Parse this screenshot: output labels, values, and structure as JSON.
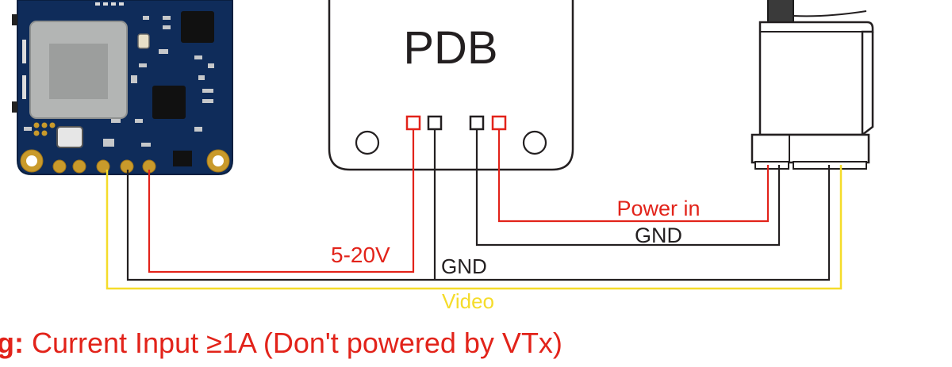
{
  "colors": {
    "power": "#e2231a",
    "ground": "#231f20",
    "video": "#f5dc2a",
    "board": "#0f2c5a",
    "gold": "#c99a2b",
    "warning": "#e2231a"
  },
  "pdb": {
    "title": "PDB"
  },
  "labels": {
    "fc_power": "5-20V",
    "fc_ground": "GND",
    "vtx_power": "Power in",
    "vtx_ground": "GND",
    "video": "Video"
  },
  "warning": {
    "keyword": "g:",
    "text": " Current Input ≥1A (Don't powered by VTx)"
  }
}
